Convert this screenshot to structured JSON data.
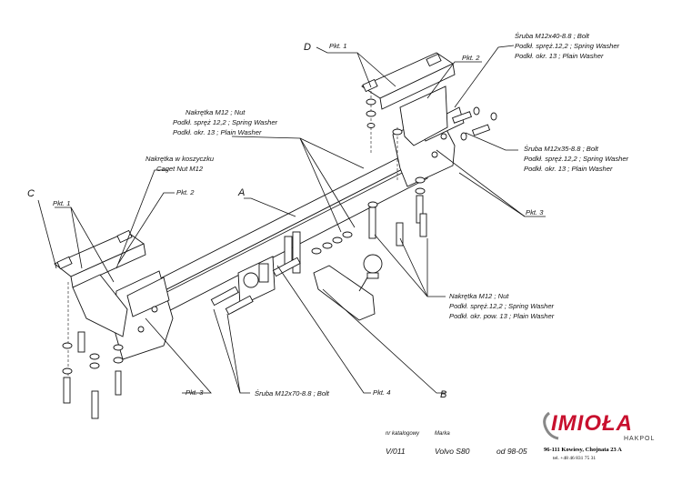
{
  "labels": {
    "D": "D",
    "C": "C",
    "A": "A",
    "B": "B",
    "pkt1_top": "Pkt. 1",
    "pkt2_top": "Pkt. 2",
    "pkt1_left": "Pkt. 1",
    "pkt2_left": "Pkt. 2",
    "pkt3_right": "Pkt. 3",
    "pkt3_bottom": "Pkt. 3",
    "pkt4": "Pkt. 4"
  },
  "notes": {
    "bolt40": [
      "Śruba M12x40-8.8 ; Bolt",
      "Podkł. spręż.12,2 ; Spring Washer",
      "Podkł. okr. 13 ; Plain Washer"
    ],
    "bolt35": [
      "Śruba M12x35-8.8 ; Bolt",
      "Podkł. spręż.12,2 ; Spring Washer",
      "Podkł. okr. 13 ; Plain Washer"
    ],
    "nut_top": [
      "Nakrętka M12 ; Nut",
      "Podkł. spręż 12,2 ; Spring Washer",
      "Podkł. okr. 13 ; Plain Washer"
    ],
    "cage_nut": [
      "Nakrętka w koszyczku",
      "Caget Nut M12"
    ],
    "nut_bottom": [
      "Nakrętka M12 ; Nut",
      "Podkł. spręż.12,2 ; Spring Washer",
      "Podkł. okr. pow. 13 ; Plain Washer"
    ],
    "bolt70": "Śruba M12x70-8.8 ; Bolt"
  },
  "footer": {
    "catalog_label": "nr katalogowy",
    "catalog_value": "V/011",
    "brand_label": "Marka",
    "brand_value": "Volvo S80",
    "date_value": "od 98-05",
    "company": "IMIOŁA",
    "company_sub": "HAKPOL",
    "address": "96-111 Kowiesy, Chojnata 23 A",
    "phone": "tel. +48 46 831 75 31"
  }
}
